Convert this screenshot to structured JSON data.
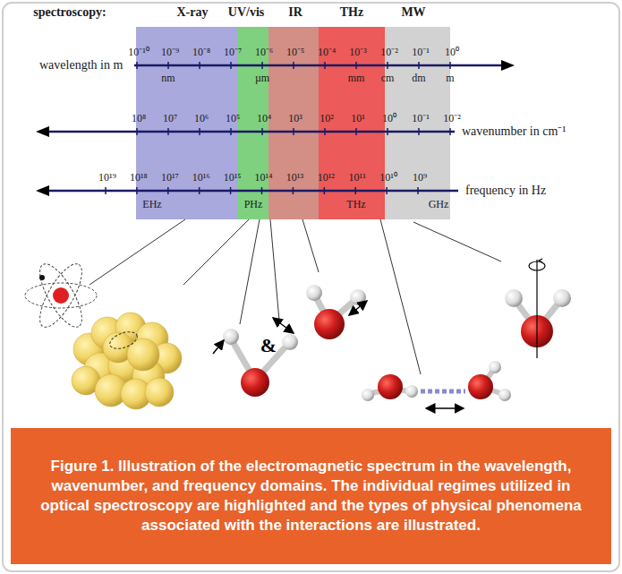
{
  "diagram": {
    "caption": "Figure 1. Illustration of the electromagnetic spectrum in the wavelength, wavenumber, and frequency domains. The individual regimes utilized in optical spectroscopy are highlighted and the types of physical phenomena associated with the interactions are illustrated.",
    "labels": [
      "spectroscopy:",
      "X-ray",
      "UV/vis",
      "IR",
      "THz",
      "MW",
      "wavelength in m",
      "10⁻¹⁰",
      "10⁻⁹",
      "10⁻⁸",
      "10⁻⁷",
      "10⁻⁶",
      "10⁻⁵",
      "10⁻⁴",
      "10⁻³",
      "10⁻²",
      "10⁻¹",
      "10⁰",
      "nm",
      "µm",
      "mm",
      "cm",
      "dm",
      "m",
      "10⁸",
      "10⁷",
      "10⁶",
      "10⁵",
      "10⁴",
      "10³",
      "10²",
      "10¹",
      "10⁰",
      "10⁻¹",
      "10⁻²",
      "wavenumber in cm⁻¹",
      "10¹⁹",
      "10¹⁸",
      "10¹⁷",
      "10¹⁶",
      "10¹⁵",
      "10¹⁴",
      "10¹³",
      "10¹²",
      "10¹¹",
      "10¹⁰",
      "10⁹",
      "EHz",
      "PHz",
      "THz",
      "GHz",
      "frequency in Hz",
      "&"
    ]
  }
}
